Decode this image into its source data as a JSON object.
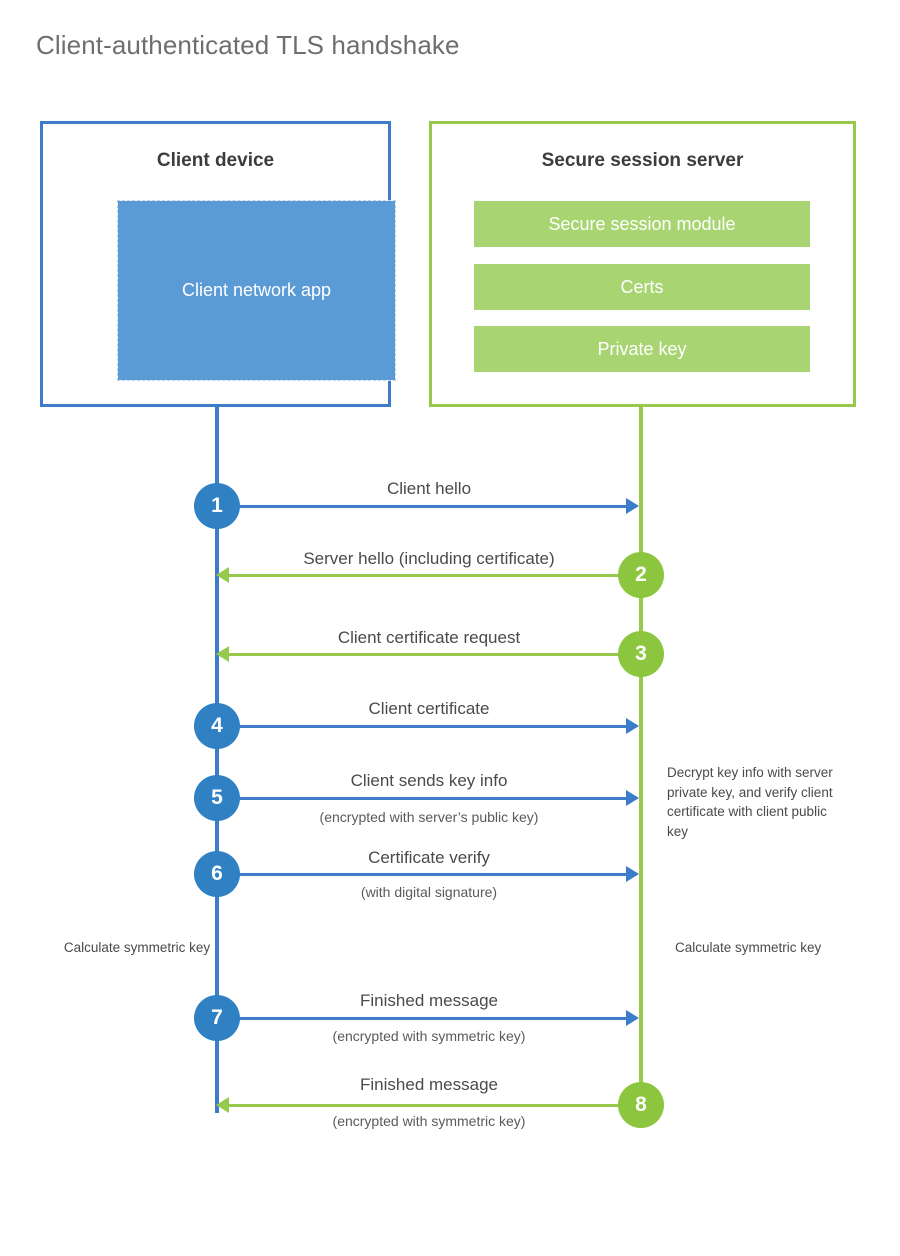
{
  "title": "Client-authenticated TLS handshake",
  "colors": {
    "client_blue": "#3d7cc9",
    "client_badge_blue": "#3080c4",
    "client_app_fill": "#5b9bd5",
    "server_green": "#97ca4c",
    "server_badge_green": "#8cc63e",
    "server_bar_fill": "#a8d572",
    "title_gray": "#6e6e6e",
    "text_gray": "#4a4a4a"
  },
  "actors": {
    "client": {
      "title": "Client device",
      "app_label": "Client network app"
    },
    "server": {
      "title": "Secure session server",
      "bars": [
        {
          "label": "Secure session module"
        },
        {
          "label": "Certs"
        },
        {
          "label": "Private key"
        }
      ]
    }
  },
  "steps": [
    {
      "number": "1",
      "label": "Client hello",
      "sublabel": "",
      "direction": "client-to-server",
      "color": "blue"
    },
    {
      "number": "2",
      "label": "Server hello (including certificate)",
      "sublabel": "",
      "direction": "server-to-client",
      "color": "green"
    },
    {
      "number": "3",
      "label": "Client certificate request",
      "sublabel": "",
      "direction": "server-to-client",
      "color": "green"
    },
    {
      "number": "4",
      "label": "Client certificate",
      "sublabel": "",
      "direction": "client-to-server",
      "color": "blue"
    },
    {
      "number": "5",
      "label": "Client sends key info",
      "sublabel": "(encrypted with server’s public key)",
      "direction": "client-to-server",
      "color": "blue"
    },
    {
      "number": "6",
      "label": "Certificate verify",
      "sublabel": "(with digital signature)",
      "direction": "client-to-server",
      "color": "blue"
    },
    {
      "number": "7",
      "label": "Finished message",
      "sublabel": "(encrypted with symmetric key)",
      "direction": "client-to-server",
      "color": "blue"
    },
    {
      "number": "8",
      "label": "Finished message",
      "sublabel": "(encrypted with symmetric key)",
      "direction": "server-to-client",
      "color": "green"
    }
  ],
  "notes": {
    "server_decrypt": "Decrypt key info with server private key, and verify client certificate with client public key",
    "client_calculate": "Calculate symmetric key",
    "server_calculate": "Calculate symmetric key"
  }
}
